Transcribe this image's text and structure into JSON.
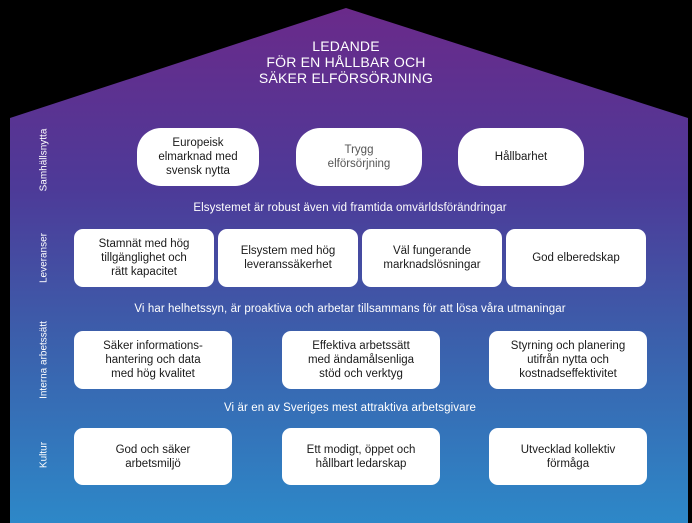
{
  "title": {
    "lines": [
      "LEDANDE",
      "FÖR EN HÅLLBAR OCH",
      "SÄKER ELFÖRSÖRJNING"
    ]
  },
  "side_labels": {
    "samhallsnytta": "Samhällsnytta",
    "leveranser": "Leveranser",
    "interna": "Interna arbetssätt",
    "kultur": "Kultur"
  },
  "banners": {
    "b1": "Elsystemet  är robust även vid framtida omvärldsförändringar",
    "b2": "Vi har  helhetssyn,  är proaktiva  och arbetar tillsammans  för att lösa våra utmaningar",
    "b3": "Vi är en av Sveriges mest attraktiva  arbetsgivare"
  },
  "samhallsnytta": [
    {
      "lines": [
        "Europeisk",
        "elmarknad  med",
        "svensk nytta"
      ]
    },
    {
      "lines": [
        "Trygg",
        "elförsörjning"
      ]
    },
    {
      "lines": [
        "Hållbarhet"
      ]
    }
  ],
  "leveranser": [
    {
      "lines": [
        "Stamnät med hög",
        "tillgänglighet  och",
        "rätt kapacitet"
      ]
    },
    {
      "lines": [
        "Elsystem  med hög",
        "leveranssäkerhet"
      ]
    },
    {
      "lines": [
        "Väl fungerande",
        "marknadslösningar"
      ]
    },
    {
      "lines": [
        "God elberedskap"
      ]
    }
  ],
  "interna": [
    {
      "lines": [
        "Säker informations-",
        "hantering  och data",
        "med hög kvalitet"
      ]
    },
    {
      "lines": [
        "Effektiva  arbetssätt",
        "med ändamålsenliga",
        "stöd och verktyg"
      ]
    },
    {
      "lines": [
        "Styrning  och planering",
        "utifrån  nytta  och",
        "kostnadseffektivitet"
      ]
    }
  ],
  "kultur": [
    {
      "lines": [
        "God och säker",
        "arbetsmiljö"
      ]
    },
    {
      "lines": [
        "Ett modigt,  öppet och",
        "hållbart  ledarskap"
      ]
    },
    {
      "lines": [
        "Utvecklad  kollektiv",
        "förmåga"
      ]
    }
  ],
  "colors": {
    "top": "#6a2d8c",
    "upper": "#4a3a95",
    "middle": "#3d64ad",
    "bottom": "#2f86c5",
    "background": "#000000"
  }
}
